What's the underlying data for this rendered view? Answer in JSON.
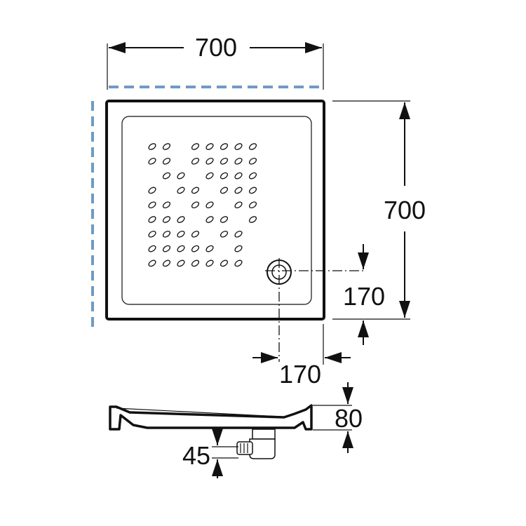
{
  "plan": {
    "width_label": "700",
    "depth_label": "700",
    "drain_offset_y_label": "170",
    "drain_offset_x_label": "170"
  },
  "section": {
    "height_label": "80",
    "trap_height_label": "45"
  },
  "colors": {
    "outline": "#111111",
    "wall_indicator": "#6f9ac4",
    "background": "#ffffff"
  }
}
